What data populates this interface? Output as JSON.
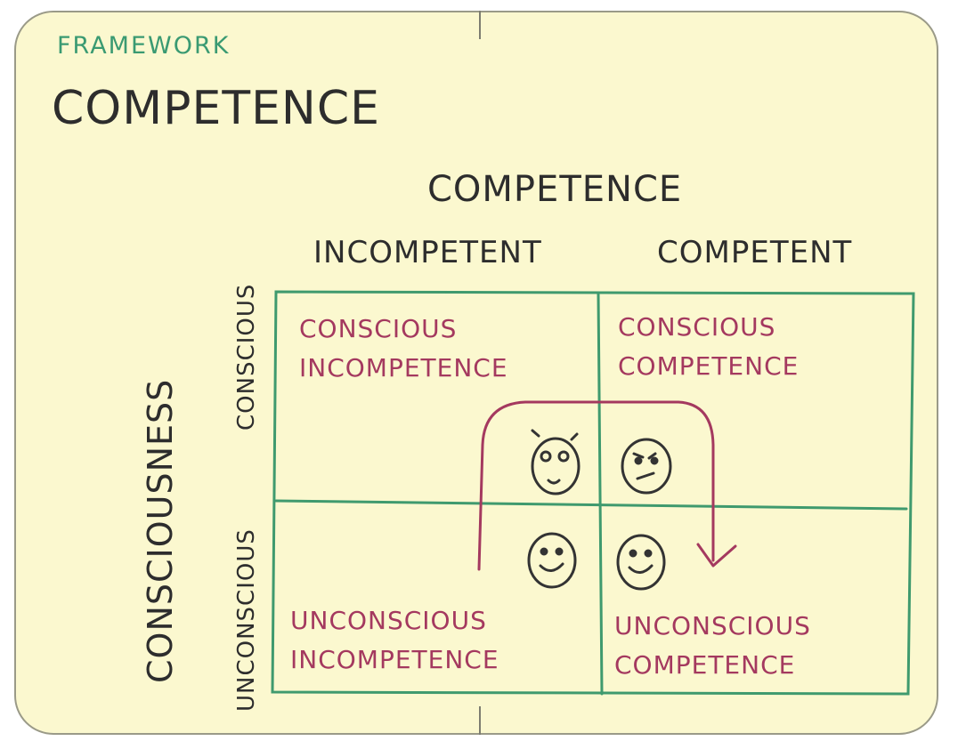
{
  "header": {
    "kicker": "FRAMEWORK",
    "title": "COMPETENCE"
  },
  "axes": {
    "top_label": "COMPETENCE",
    "left_label": "CONSCIOUSNESS",
    "columns": [
      "INCOMPETENT",
      "COMPETENT"
    ],
    "rows": [
      "CONSCIOUS",
      "UNCONSCIOUS"
    ]
  },
  "quadrants": {
    "top_left": [
      "CONSCIOUS",
      "INCOMPETENCE"
    ],
    "top_right": [
      "CONSCIOUS",
      "COMPETENCE"
    ],
    "bottom_left": [
      "UNCONSCIOUS",
      "INCOMPETENCE"
    ],
    "bottom_right": [
      "UNCONSCIOUS",
      "COMPETENCE"
    ]
  },
  "faces": {
    "conscious_incompetence": "surprised-face-icon",
    "conscious_competence": "concentrating-face-icon",
    "unconscious_incompetence": "smiling-face-icon",
    "unconscious_competence": "smiling-face-icon"
  },
  "colors": {
    "paper": "#fbf8cf",
    "ink": "#2d2d2d",
    "grid": "#3f9a6e",
    "accent": "#a4395f",
    "kicker": "#3a9a72"
  }
}
